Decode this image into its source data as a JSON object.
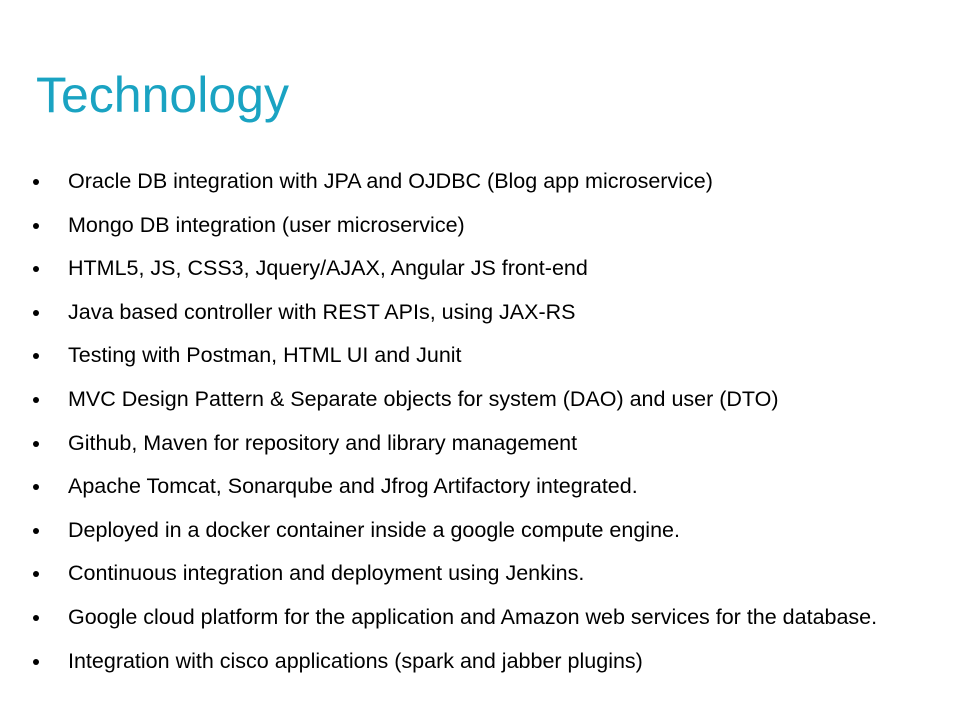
{
  "slide": {
    "title": "Technology",
    "title_color": "#1aa3c2",
    "bullets": [
      "Oracle DB integration with JPA and OJDBC (Blog app microservice)",
      "Mongo DB integration (user microservice)",
      "HTML5, JS, CSS3, Jquery/AJAX, Angular JS front-end",
      "Java based controller with REST APIs, using JAX-RS",
      "Testing with Postman, HTML UI and Junit",
      "MVC Design Pattern & Separate objects for system (DAO) and user (DTO)",
      "Github, Maven for repository and library management",
      "Apache Tomcat, Sonarqube and Jfrog Artifactory integrated.",
      "Deployed in a docker container inside a google compute engine.",
      "Continuous integration and deployment using Jenkins.",
      "Google cloud platform for the application and Amazon web services for the database.",
      "Integration with cisco applications (spark and jabber plugins)"
    ]
  }
}
